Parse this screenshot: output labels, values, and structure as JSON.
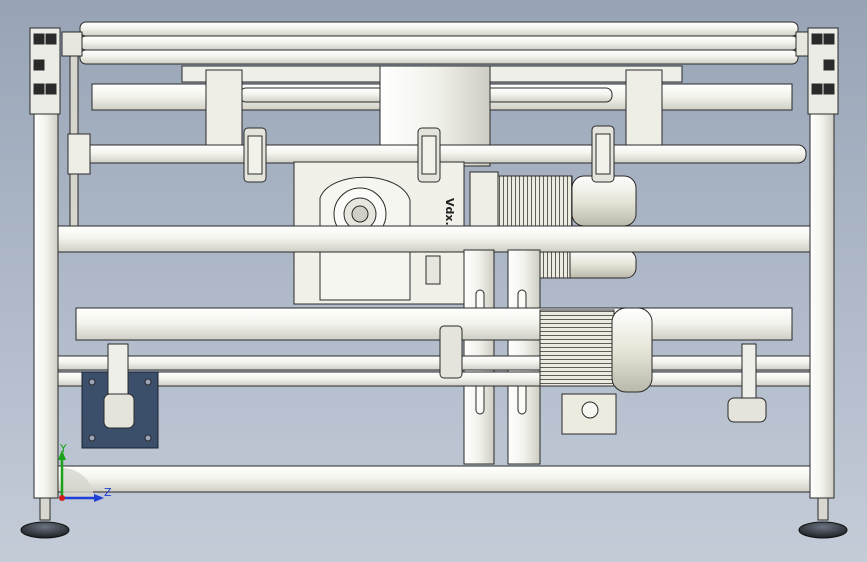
{
  "viewport": {
    "background_top": "#98a4b6",
    "background_bottom": "#c4ccd8"
  },
  "colors": {
    "part_fill": "#f2f2ec",
    "part_stroke": "#2a2a2a",
    "part_shade": "#d9d9d2",
    "bracket_plate": "#3b4f6b",
    "motor_fill": "#e9e8dc",
    "axis_y": "#1aa31a",
    "axis_z": "#1f3fd6",
    "axis_x": "#d01c1c"
  },
  "triad": {
    "y_label": "Y",
    "z_label": "Z"
  },
  "gearbox_label": "Vdx."
}
